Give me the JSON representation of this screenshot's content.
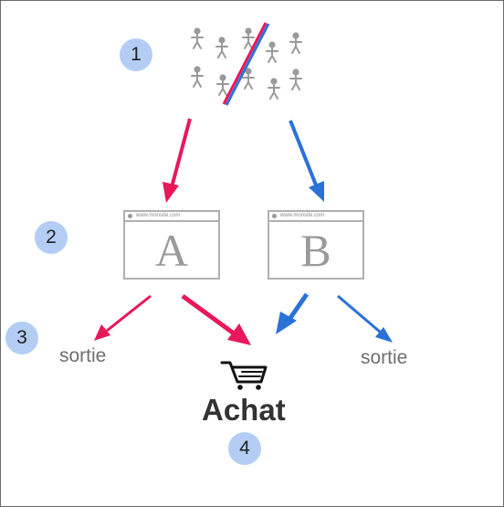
{
  "steps": [
    "1",
    "2",
    "3",
    "4"
  ],
  "variants": [
    {
      "url": "www.monsite.com",
      "letter": "A"
    },
    {
      "url": "www.monsite.com",
      "letter": "B"
    }
  ],
  "outcomes": {
    "exit_a": "sortie",
    "exit_b": "sortie",
    "purchase": "Achat"
  },
  "icons": {
    "crowd": "people-crowd-icon",
    "cart": "shopping-cart-icon"
  },
  "colors": {
    "variant_a": "#e8185a",
    "variant_b": "#2a72d8",
    "step_badge": "#b3cdf5"
  }
}
